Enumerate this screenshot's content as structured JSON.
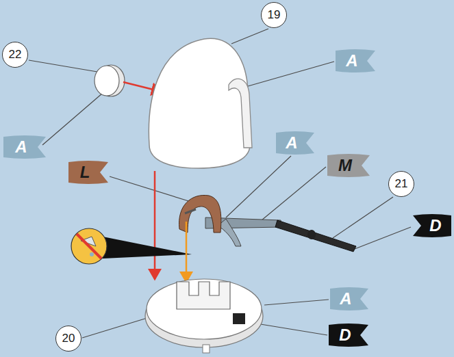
{
  "diagram": {
    "nodes": [
      {
        "text": [
          "19"
        ]
      },
      {
        "text": [
          "22"
        ]
      },
      {
        "text": [
          "A"
        ]
      },
      {
        "text": [
          "A"
        ]
      },
      {
        "text": [
          "A"
        ]
      },
      {
        "text": [
          "L"
        ]
      },
      {
        "text": [
          "M"
        ]
      },
      {
        "text": [
          "21"
        ]
      },
      {
        "text": [
          "D"
        ]
      },
      {
        "text": [
          "A"
        ]
      },
      {
        "text": [
          "20"
        ]
      },
      {
        "text": [
          "D"
        ]
      }
    ]
  }
}
